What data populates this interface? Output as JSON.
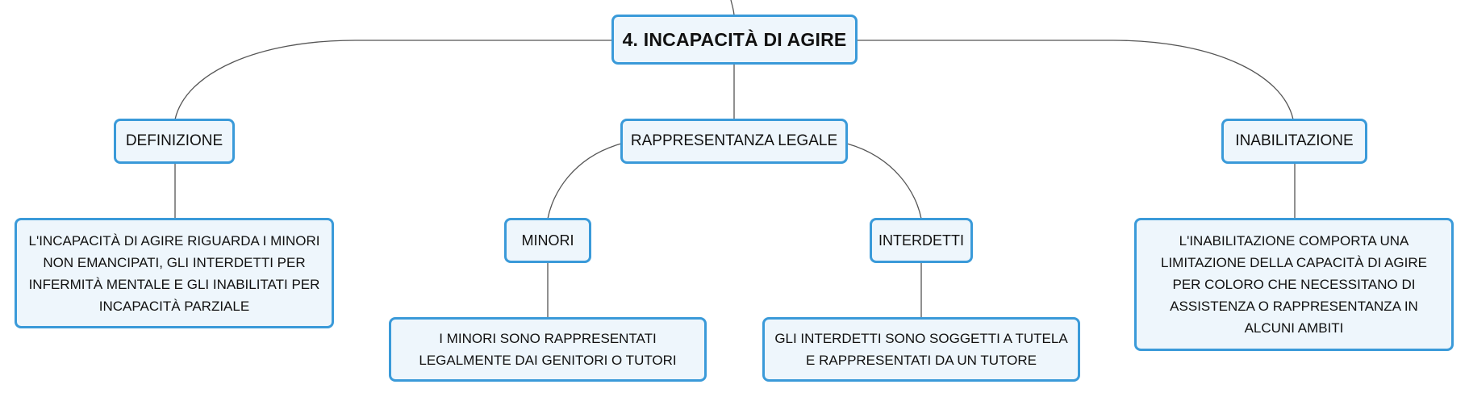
{
  "root": {
    "label": "4. INCAPACITÀ DI AGIRE"
  },
  "branches": {
    "definizione": {
      "label": "DEFINIZIONE",
      "note": "L'INCAPACITÀ DI AGIRE RIGUARDA I MINORI NON EMANCIPATI, GLI INTERDETTI PER INFERMITÀ MENTALE E GLI INABILITATI PER INCAPACITÀ PARZIALE"
    },
    "rappresentanza": {
      "label": "RAPPRESENTANZA LEGALE",
      "minori": {
        "label": "MINORI",
        "note": "I MINORI SONO RAPPRESENTATI LEGALMENTE DAI GENITORI O TUTORI"
      },
      "interdetti": {
        "label": "INTERDETTI",
        "note": "GLI INTERDETTI SONO SOGGETTI A TUTELA E RAPPRESENTATI DA UN TUTORE"
      }
    },
    "inabilitazione": {
      "label": "INABILITAZIONE",
      "note": "L'INABILITAZIONE COMPORTA UNA LIMITAZIONE DELLA CAPACITÀ DI AGIRE PER COLORO CHE NECESSITANO DI ASSISTENZA O RAPPRESENTANZA IN ALCUNI AMBITI"
    }
  },
  "colors": {
    "node_border": "#3a9ad9",
    "node_fill": "#eef6fc",
    "connector": "#555555"
  }
}
